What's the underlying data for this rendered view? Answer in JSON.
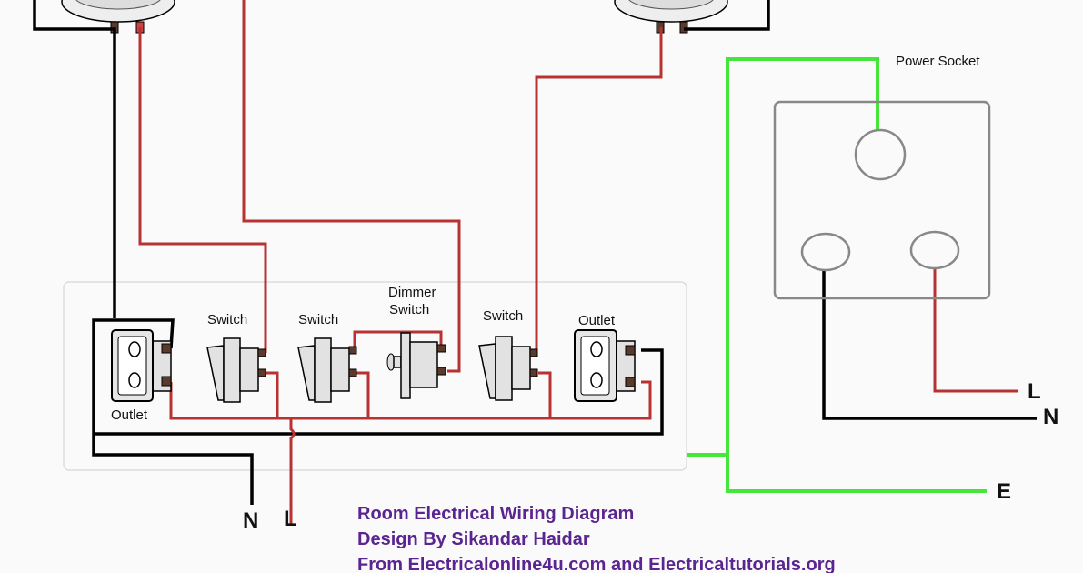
{
  "labels": {
    "power_socket": "Power Socket",
    "outlet_left": "Outlet",
    "switch_1": "Switch",
    "switch_2": "Switch",
    "dimmer_line1": "Dimmer",
    "dimmer_line2": "Switch",
    "switch_3": "Switch",
    "outlet_right": "Outlet",
    "neutral_bottom": "N",
    "live_bottom": "L",
    "live_right": "L",
    "neutral_right": "N",
    "earth_right": "E"
  },
  "caption": {
    "line1": "Room Electrical Wiring Diagram",
    "line2": "Design By Sikandar Haidar",
    "line3": "From Electricalonline4u.com and Electricaltutorials.org"
  },
  "colors": {
    "live_wire": "#b83232",
    "neutral_wire": "#000000",
    "earth_wire": "#44e63c",
    "caption": "#5a2590"
  }
}
